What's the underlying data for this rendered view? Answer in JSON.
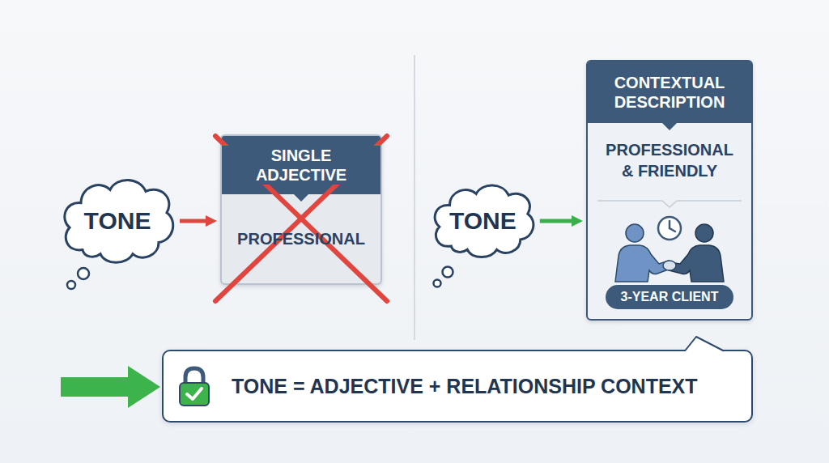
{
  "diagram": {
    "nodes": [
      {
        "text": [
          "TONE"
        ]
      },
      {
        "text": [
          "SINGLE ADJECTIVE",
          "PROFESSIONAL"
        ]
      },
      {
        "text": [
          "TONE"
        ]
      },
      {
        "text": [
          "CONTEXTUAL DESCRIPTION",
          "PROFESSIONAL & FRIENDLY"
        ]
      },
      {
        "text": [
          "3-YEAR CLIENT"
        ],
        "in": 3
      },
      {
        "text": [
          "TONE = ADJECTIVE + RELATIONSHIP CONTEXT"
        ]
      }
    ],
    "edges": [
      {
        "from": 0,
        "to": 1,
        "arrow": "to"
      },
      {
        "from": 2,
        "to": 3,
        "arrow": "to"
      }
    ]
  }
}
